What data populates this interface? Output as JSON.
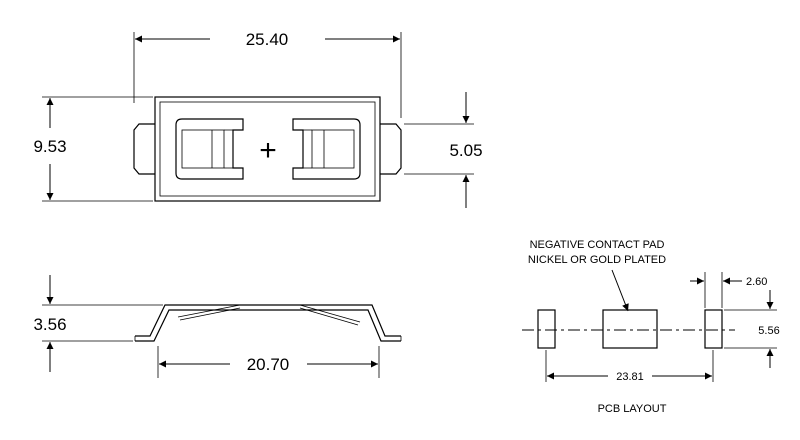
{
  "dimensions": {
    "overall_length": "25.40",
    "overall_height": "9.53",
    "tab_height": "5.05",
    "profile_height": "3.56",
    "profile_length": "20.70",
    "pad_width": "2.60",
    "pad_height": "5.56",
    "pad_span": "23.81"
  },
  "polarity_symbol": "+",
  "callout": {
    "line1": "NEGATIVE CONTACT PAD",
    "line2": "NICKEL OR GOLD PLATED"
  },
  "pcb_caption": "PCB LAYOUT"
}
